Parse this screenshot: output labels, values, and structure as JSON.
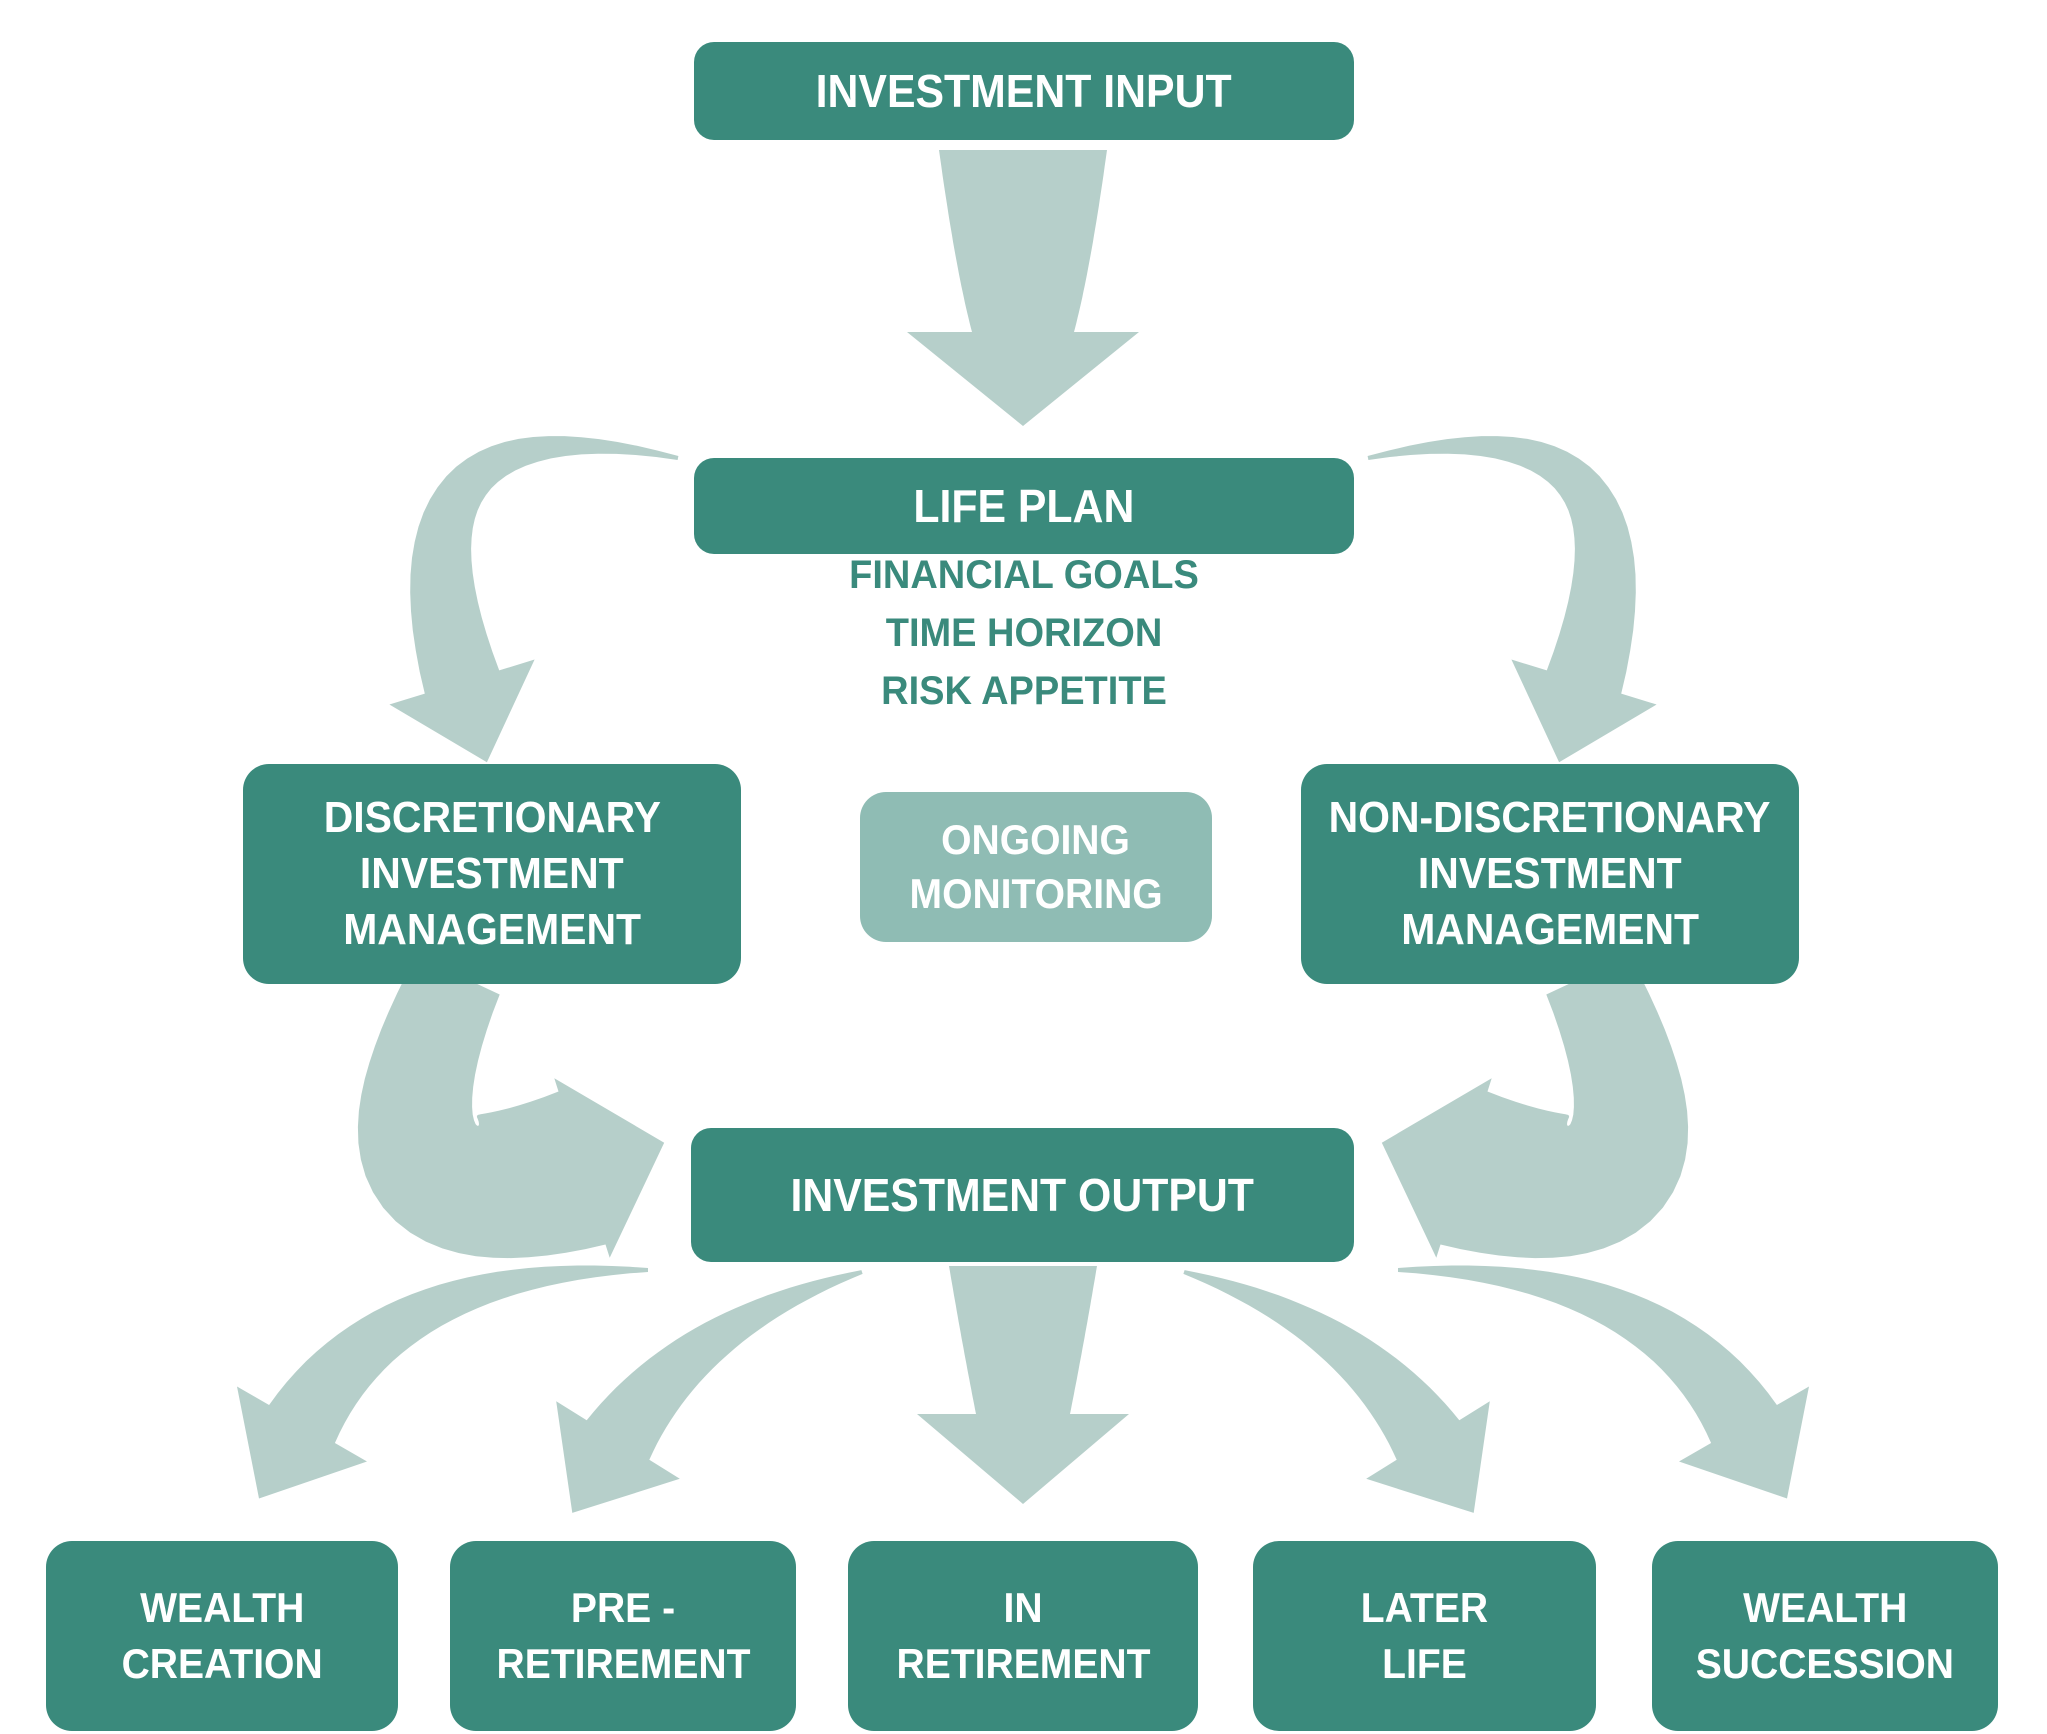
{
  "palette": {
    "background": "#ffffff",
    "box_fill": "#3a8a7c",
    "monitor_fill": "#8fbcb4",
    "arrow_fill": "#b6cfca",
    "box_text": "#ffffff",
    "accent_text": "#3a8a7c"
  },
  "nodes": {
    "investment_input": {
      "label": "INVESTMENT INPUT"
    },
    "life_plan": {
      "label": "LIFE PLAN"
    },
    "life_plan_details": [
      "FINANCIAL GOALS",
      "TIME HORIZON",
      "RISK APPETITE"
    ],
    "discretionary": {
      "lines": [
        "DISCRETIONARY",
        "INVESTMENT",
        "MANAGEMENT"
      ]
    },
    "ongoing_monitoring": {
      "lines": [
        "ONGOING",
        "MONITORING"
      ]
    },
    "non_discretionary": {
      "lines": [
        "NON-DISCRETIONARY",
        "INVESTMENT",
        "MANAGEMENT"
      ]
    },
    "investment_output": {
      "label": "INVESTMENT OUTPUT"
    },
    "outcomes": [
      {
        "lines": [
          "WEALTH",
          "CREATION"
        ]
      },
      {
        "lines": [
          "PRE -",
          "RETIREMENT"
        ]
      },
      {
        "lines": [
          "IN",
          "RETIREMENT"
        ]
      },
      {
        "lines": [
          "LATER",
          "LIFE"
        ]
      },
      {
        "lines": [
          "WEALTH",
          "SUCCESSION"
        ]
      }
    ]
  }
}
